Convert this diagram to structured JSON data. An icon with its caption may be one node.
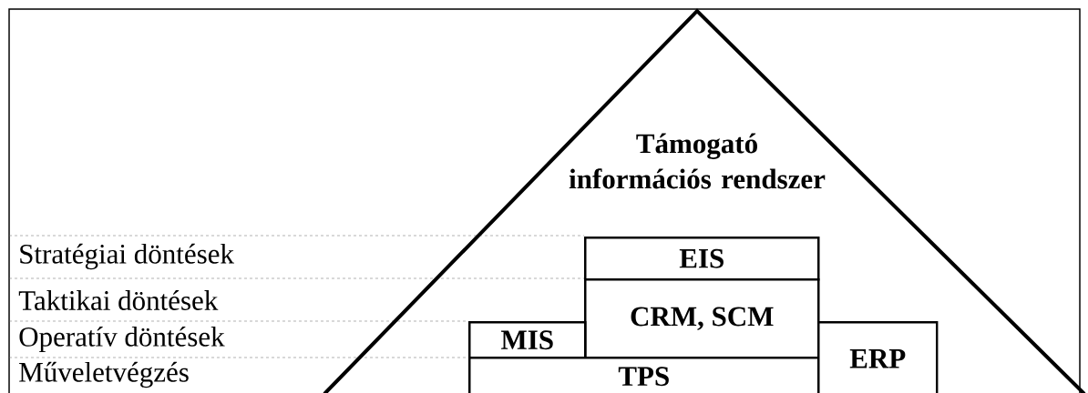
{
  "diagram": {
    "nodes": [
      {
        "text": [
          "Támogató információs rendszer"
        ]
      },
      {
        "text": [
          "EIS"
        ],
        "in": 0
      },
      {
        "text": [
          "CRM, SCM"
        ],
        "in": 0
      },
      {
        "text": [
          "MIS"
        ],
        "in": 0
      },
      {
        "text": [
          "TPS"
        ],
        "in": 0
      },
      {
        "text": [
          "ERP"
        ],
        "in": 0
      }
    ],
    "labels": [
      "Stratégiai döntések",
      "Taktikai döntések",
      "Operatív döntések",
      "Műveletvégzés"
    ]
  }
}
